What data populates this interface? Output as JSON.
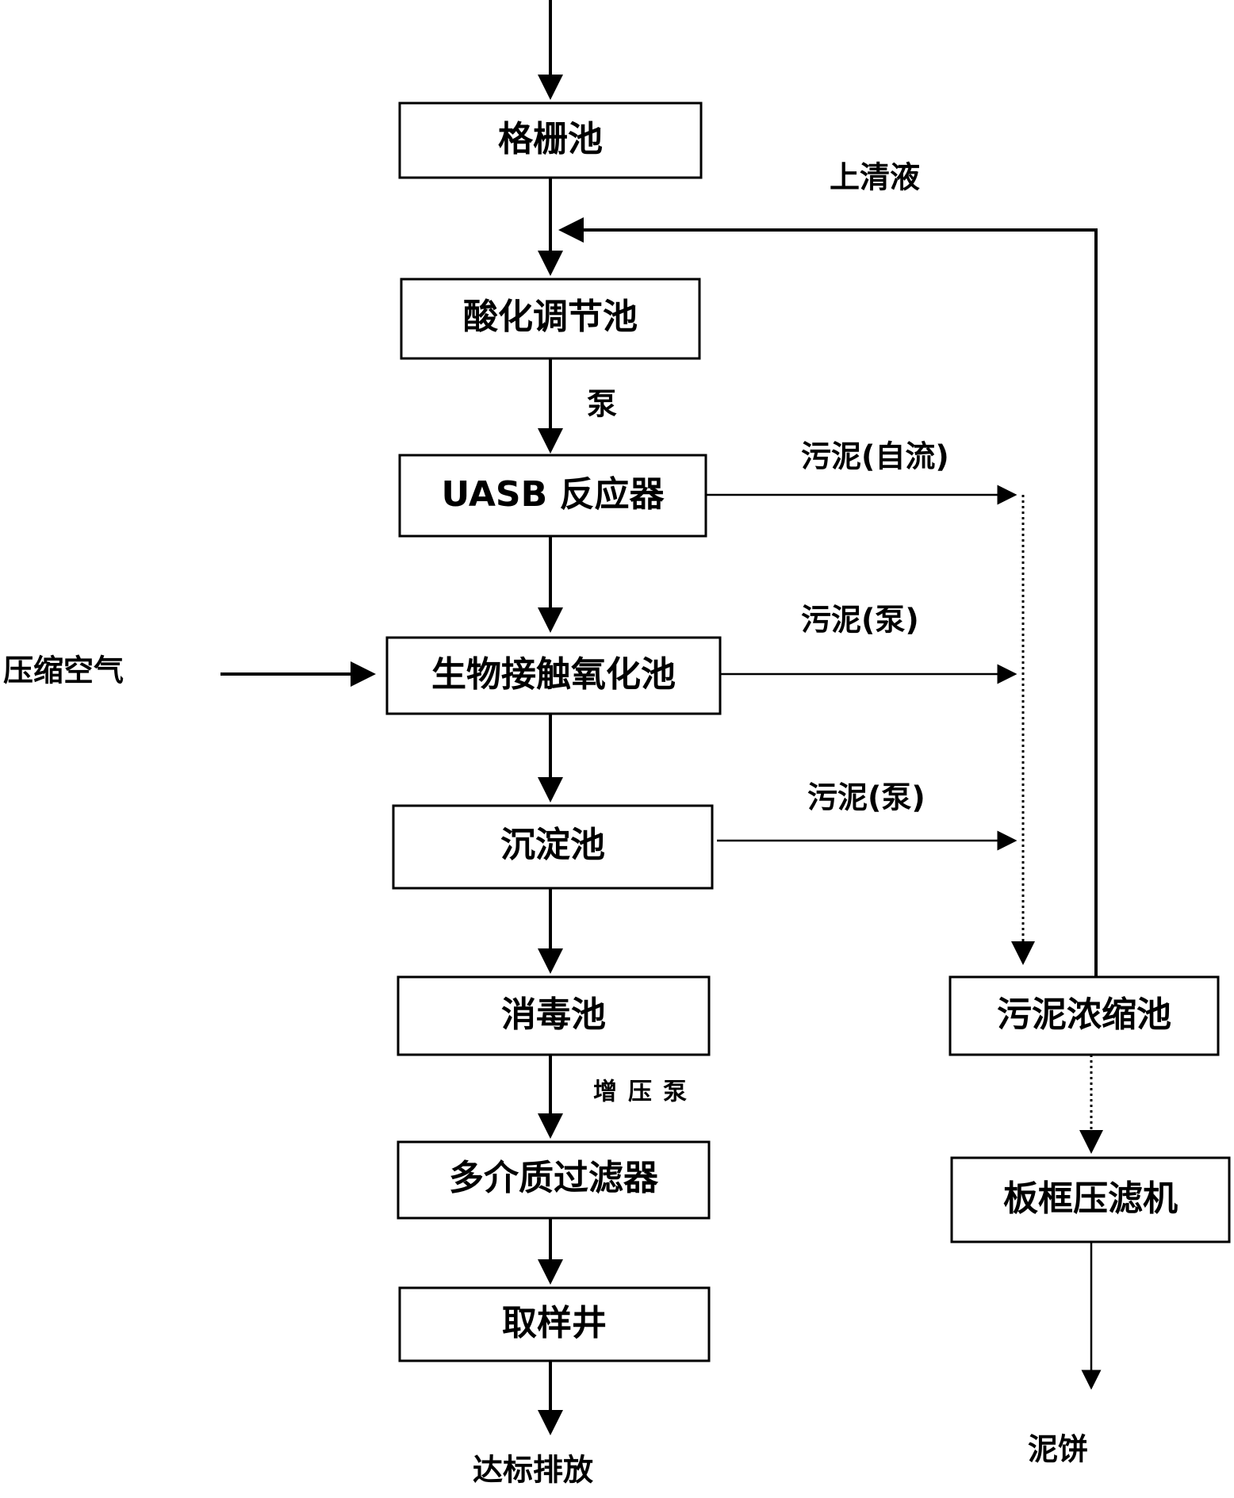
{
  "process_boxes": {
    "grille_tank": "格栅池",
    "acidification_tank": "酸化调节池",
    "uasb_reactor": "UASB 反应器",
    "bio_contact_oxidation_tank": "生物接触氧化池",
    "sedimentation_tank": "沉淀池",
    "disinfection_tank": "消毒池",
    "multimedia_filter": "多介质过滤器",
    "sampling_well": "取样井",
    "sludge_thickener": "污泥浓缩池",
    "plate_frame_filter_press": "板框压滤机"
  },
  "flow_labels": {
    "supernatant": "上清液",
    "pump": "泵",
    "sludge_gravity": "污泥(自流)",
    "sludge_pump_1": "污泥(泵)",
    "sludge_pump_2": "污泥(泵)",
    "booster_pump": "增压泵",
    "compressed_air": "压缩空气",
    "discharge": "达标排放",
    "sludge_cake": "泥饼"
  }
}
